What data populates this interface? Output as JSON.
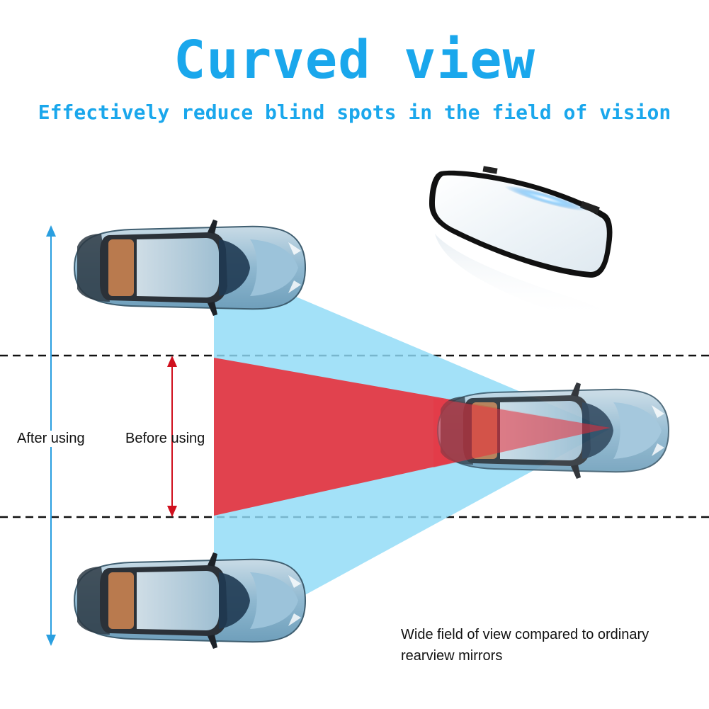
{
  "header": {
    "title": "Curved view",
    "subtitle": "Effectively reduce blind spots in the field of vision"
  },
  "labels": {
    "after": "After using",
    "before": "Before using"
  },
  "caption": {
    "line1": "Wide field of view compared to ordinary",
    "line2": "rearview mirrors"
  },
  "colors": {
    "accent": "#1aa7ec",
    "wide_view": "#8fdaf6",
    "narrow_view": "#e53945",
    "arrow_blue": "#2a9fe0",
    "arrow_red": "#d0101e",
    "car_body": "#7fb3cf"
  },
  "icons": [
    "car-icon",
    "rearview-mirror-icon",
    "double-arrow-icon"
  ]
}
